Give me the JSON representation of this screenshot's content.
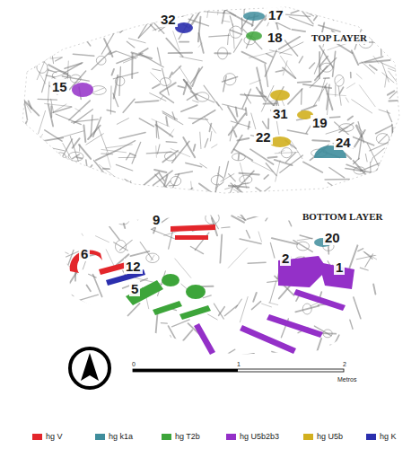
{
  "diagram": {
    "labels": [
      "TOP LAYER",
      "32",
      "17",
      "18",
      "15",
      "31",
      "19",
      "22",
      "24",
      "BOTTOM LAYER",
      "9",
      "6",
      "12",
      "20",
      "2",
      "1",
      "5",
      "0",
      "1",
      "2",
      "Metros"
    ],
    "legend": [
      {
        "text": "hg V",
        "color": "#e3262b"
      },
      {
        "text": "hg k1a",
        "color": "#3f8d9c"
      },
      {
        "text": "hg T2b",
        "color": "#3da53a"
      },
      {
        "text": "hg U5b2b3",
        "color": "#9430c8"
      },
      {
        "text": "hg U5b",
        "color": "#d2b01f"
      },
      {
        "text": "hg K",
        "color": "#2b2fae"
      }
    ]
  }
}
